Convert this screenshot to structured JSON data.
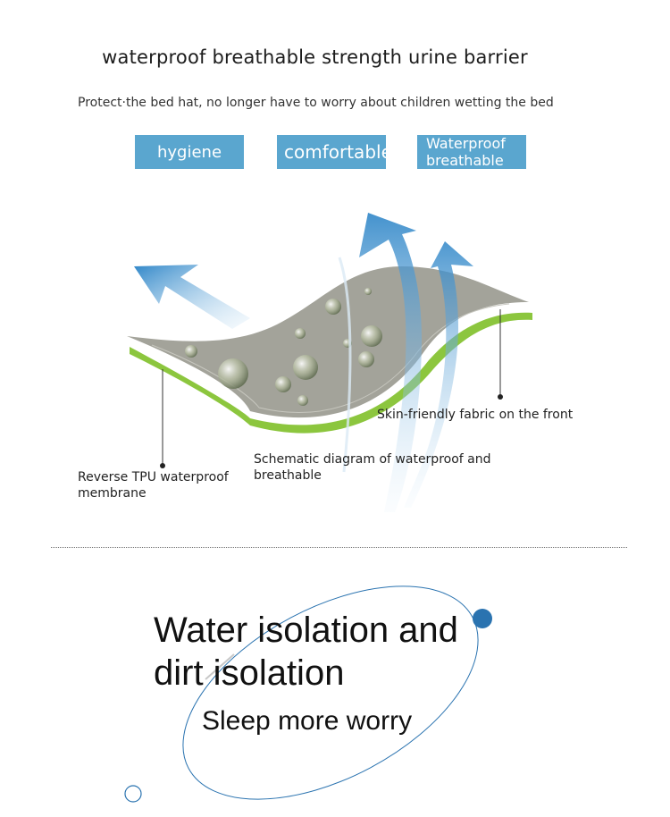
{
  "header": {
    "title": "waterproof breathable strength urine barrier",
    "subtitle": "Protect·the bed hat, no longer have to worry about children wetting the bed"
  },
  "tags": {
    "hygiene": "hygiene",
    "comfortable": "comfortable",
    "waterproof_line1": "Waterproof",
    "waterproof_line2": "breathable"
  },
  "diagram": {
    "label_front": "Skin-friendly fabric on the front",
    "label_schematic": "Schematic diagram of waterproof and breathable",
    "label_tpu": "Reverse TPU waterproof membrane"
  },
  "slogan": {
    "line1": "Water isolation and",
    "line2": "dirt isolation",
    "tagline": "Sleep more worry"
  },
  "colors": {
    "tag_bg": "#5aa6cf",
    "arrow_blue": "#2f86c8",
    "fabric_green": "#8cc63e",
    "membrane_gray": "#9a9a92",
    "accent_dot": "#2a73b0"
  }
}
